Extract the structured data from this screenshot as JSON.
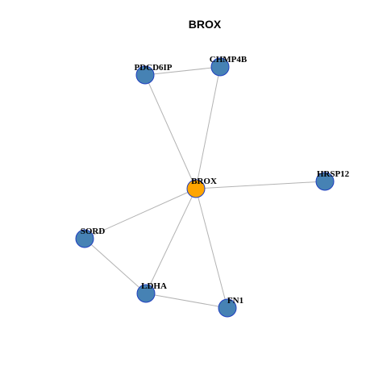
{
  "title": "BROX",
  "nodes": [
    {
      "id": "BROX",
      "label": "BROX",
      "role": "center"
    },
    {
      "id": "CHMP4B",
      "label": "CHMP4B",
      "role": "neighbor"
    },
    {
      "id": "PDCD6IP",
      "label": "PDCD6IP",
      "role": "neighbor"
    },
    {
      "id": "HRSP12",
      "label": "HRSP12",
      "role": "neighbor"
    },
    {
      "id": "SORD",
      "label": "SORD",
      "role": "neighbor"
    },
    {
      "id": "LDHA",
      "label": "LDHA",
      "role": "neighbor"
    },
    {
      "id": "FN1",
      "label": "FN1",
      "role": "neighbor"
    }
  ],
  "edges": [
    [
      "PDCD6IP",
      "CHMP4B"
    ],
    [
      "PDCD6IP",
      "BROX"
    ],
    [
      "CHMP4B",
      "BROX"
    ],
    [
      "BROX",
      "HRSP12"
    ],
    [
      "BROX",
      "SORD"
    ],
    [
      "BROX",
      "LDHA"
    ],
    [
      "BROX",
      "FN1"
    ],
    [
      "SORD",
      "LDHA"
    ],
    [
      "LDHA",
      "FN1"
    ]
  ],
  "colors": {
    "center_fill": "#FFA500",
    "neighbor_fill": "#4682B4",
    "node_stroke": "#1F3FBF",
    "edge": "#B3B3B3"
  }
}
